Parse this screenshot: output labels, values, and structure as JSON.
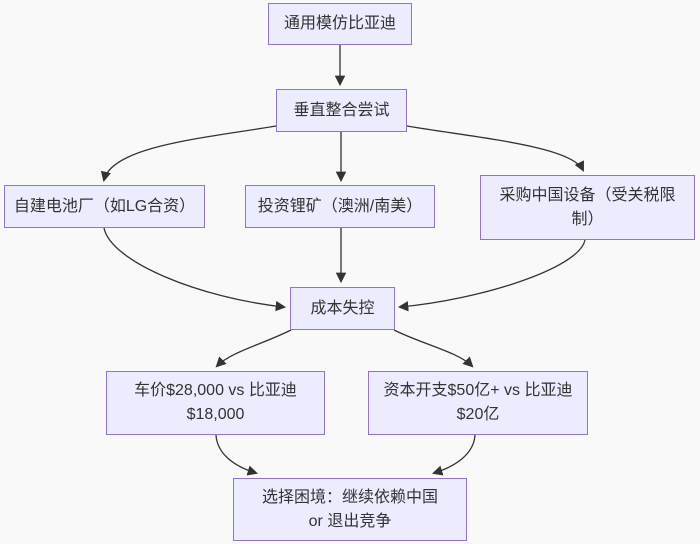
{
  "diagram": {
    "type": "flowchart",
    "direction": "top-down",
    "colors": {
      "background": "#f9f9f9",
      "node_fill": "#ECECFF",
      "node_border": "#9370DB",
      "edge": "#333333",
      "text": "#333333"
    },
    "nodes": [
      {
        "id": "gm",
        "label": "通用模仿比亚迪"
      },
      {
        "id": "vertical",
        "label": "垂直整合尝试"
      },
      {
        "id": "battery",
        "label": "自建电池厂（如LG合资）"
      },
      {
        "id": "lithium",
        "label": "投资锂矿（澳洲/南美）"
      },
      {
        "id": "equipment",
        "label": "采购中国设备（受关税限\n制）"
      },
      {
        "id": "cost",
        "label": "成本失控"
      },
      {
        "id": "price",
        "label": "车价$28,000 vs 比亚迪\n$18,000"
      },
      {
        "id": "capex",
        "label": "资本开支$50亿+ vs 比亚迪\n$20亿"
      },
      {
        "id": "dilemma",
        "label": "选择困境：继续依赖中国\nor 退出竞争"
      }
    ],
    "edges": [
      {
        "from": "gm",
        "to": "vertical"
      },
      {
        "from": "vertical",
        "to": "battery"
      },
      {
        "from": "vertical",
        "to": "lithium"
      },
      {
        "from": "vertical",
        "to": "equipment"
      },
      {
        "from": "battery",
        "to": "cost"
      },
      {
        "from": "lithium",
        "to": "cost"
      },
      {
        "from": "equipment",
        "to": "cost"
      },
      {
        "from": "cost",
        "to": "price"
      },
      {
        "from": "cost",
        "to": "capex"
      },
      {
        "from": "price",
        "to": "dilemma"
      },
      {
        "from": "capex",
        "to": "dilemma"
      }
    ]
  }
}
